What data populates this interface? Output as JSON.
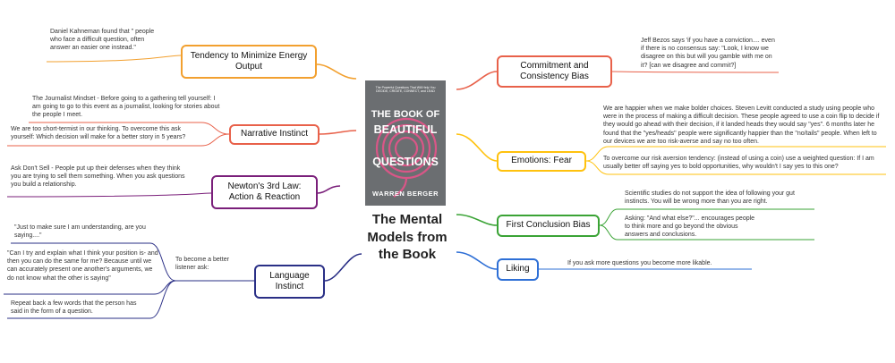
{
  "colors": {
    "orange": "#f2a02f",
    "coral": "#e8614a",
    "purple": "#7a1f7a",
    "navy": "#2a2f86",
    "yellow": "#ffc20e",
    "green": "#3aa335",
    "blue": "#2e6fd6",
    "cover_bg": "#6b6e71",
    "cover_text": "#ffffff",
    "cover_spiral": "#e5548a"
  },
  "center": {
    "title": "The Mental Models from the Book"
  },
  "book": {
    "tagline": "The Powerful Questions That Will Help You DECIDE, CREATE, CONNECT, and LEAD",
    "line1": "THE BOOK OF",
    "line2": "BEAUTIFUL",
    "line3": "QUESTIONS",
    "author": "WARREN BERGER"
  },
  "left": {
    "energy": {
      "label": "Tendency to Minimize Energy Output",
      "note": "Daniel Kahneman found that \" people who face a difficult question, often answer an easier one instead.\""
    },
    "narrative": {
      "label": "Narrative Instinct",
      "note1": "The Journalist Mindset - Before going to a gathering tell yourself: I am going to go to this event as a journalist, looking for stories about the people I meet.",
      "note2": "We are too short-termist in our thinking. To overcome this ask yourself: Which decision will make for a better story in 5 years?"
    },
    "newton": {
      "label": "Newton's 3rd Law: Action & Reaction",
      "note": "Ask Don't Sell - People put up their defenses when they think you are trying to sell them something. When you ask questions you build a relationship."
    },
    "language": {
      "label": "Language Instinct",
      "sub": "To become a better listener ask:",
      "note1": "\"Just to make sure I am understanding, are you saying....\"",
      "note2": "\"Can I try and explain what I think your position is- and then you can do the same for me? Because until we can accurately present one another's arguments, we do not know what the other is saying\"",
      "note3": "Repeat back a few words that the person has said in the form of a question."
    }
  },
  "right": {
    "commitment": {
      "label": "Commitment and Consistency Bias",
      "note": "Jeff Bezos says 'if you have a conviction.... even if there is no consensus say: \"Look, I know we disagree on this but will you gamble with me on it? [can we disagree and commit?]"
    },
    "fear": {
      "label": "Emotions: Fear",
      "note1": "We are happier when we make bolder choices. Steven Levitt conducted a study using people who were in the process of making a difficult decision. These people agreed to use a coin flip to decide if they would go ahead with their decision, if it landed heads they would say \"yes\". 6 months later he found that the \"yes/heads\" people were significantly happier than the \"no/tails\" people. When left to our devices we are too risk-averse and say no too often.",
      "note2": "To overcome our risk aversion tendency: (instead of using a coin) use a weighted question: If I am usually better off saying yes to bold opportunities, why wouldn't I say yes to this one?"
    },
    "first": {
      "label": "First Conclusion Bias",
      "note1": "Scientific studies do not support the idea of following your gut instincts. You will be wrong more than you are right.",
      "note2": "Asking: \"And what else?\"... encourages people to think more and go beyond the obvious answers and conclusions."
    },
    "liking": {
      "label": "Liking",
      "note": "If you ask more questions you become more likable."
    }
  }
}
